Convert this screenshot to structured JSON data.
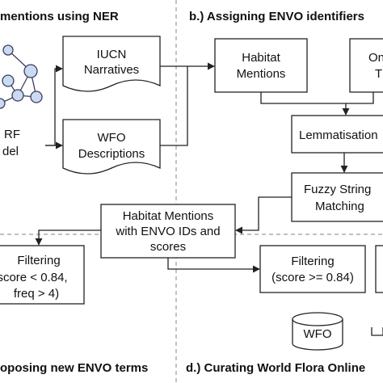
{
  "sections": {
    "a_title": "mentions using NER",
    "b_title": "b.) Assigning ENVO identifiers",
    "c_title": "oposing new ENVO terms",
    "d_title": "d.) Curating World Flora Online"
  },
  "model_label": [
    "RF",
    "del"
  ],
  "boxes": {
    "iucn": [
      "IUCN",
      "Narratives"
    ],
    "wfo_desc": [
      "WFO",
      "Descriptions"
    ],
    "habitat": [
      "Habitat",
      "Mentions"
    ],
    "ontology": [
      "On",
      "T"
    ],
    "lemma": [
      "Lemmatisation"
    ],
    "fuzzy": [
      "Fuzzy String",
      "Matching"
    ],
    "envo_ids": [
      "Habitat Mentions",
      "with ENVO IDs and",
      "scores"
    ],
    "filter_low": [
      "Filtering",
      "score < 0.84,",
      "freq > 4)"
    ],
    "filter_high": [
      "Filtering",
      "(score >= 0.84)"
    ],
    "wfo_db": [
      "WFO"
    ]
  },
  "colors": {
    "node_fill": "#c9daf2",
    "node_stroke": "#3d3d5c",
    "line": "#222222",
    "divider": "#9a9a9a"
  }
}
